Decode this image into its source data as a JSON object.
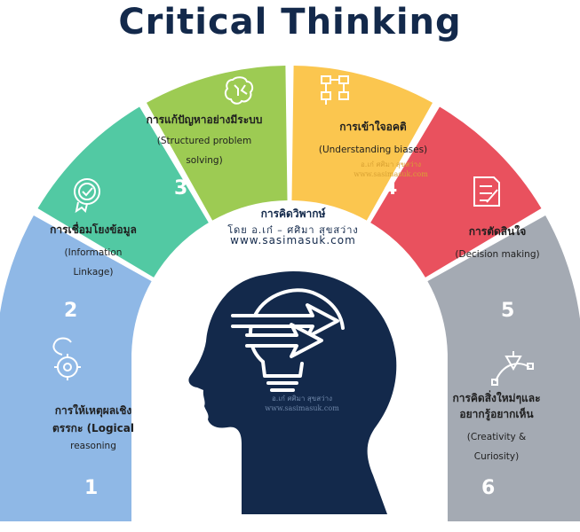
{
  "title": "Critical Thinking",
  "center": {
    "title": "การคิดวิพากษ์",
    "author": "โดย อ.เก๋ – ศศิมา สุขสว่าง",
    "url": "www.sasimasuk.com"
  },
  "watermark": {
    "name": "อ.เก๋ ศศิมา สุขสว่าง",
    "site": "www.sasimasuk.com"
  },
  "colors": {
    "title": "#13294b",
    "head": "#13294b",
    "segment_1": "#8fb8e6",
    "segment_2": "#52c9a3",
    "segment_3": "#9dcb53",
    "segment_4": "#fbc64f",
    "segment_5": "#e9515e",
    "segment_6": "#a4aab3"
  },
  "segments": [
    {
      "number": "1",
      "thai_line1": "การให้เหตุผลเชิง",
      "thai_line2": "ตรรกะ (Logical",
      "english": "reasoning",
      "icon": "gear-brain-icon"
    },
    {
      "number": "2",
      "thai": "การเชื่อมโยงข้อมูล",
      "english_line1": "(Information",
      "english_line2": "Linkage)",
      "icon": "check-badge-icon"
    },
    {
      "number": "3",
      "thai": "การแก้ปัญหาอย่างมีระบบ",
      "english_line1": "(Structured problem",
      "english_line2": "solving)",
      "icon": "brain-circuit-icon"
    },
    {
      "number": "4",
      "thai": "การเข้าใจอคติ",
      "english": "(Understanding biases)",
      "icon": "flowchart-icon"
    },
    {
      "number": "5",
      "thai": "การตัดสินใจ",
      "english": "(Decision making)",
      "icon": "document-pen-icon"
    },
    {
      "number": "6",
      "thai_line1": "การคิดสิ่งใหม่ๆและ",
      "thai_line2": "อยากรู้อยากเห็น",
      "english_line1": "(Creativity &",
      "english_line2": "Curiosity)",
      "icon": "vector-pen-icon"
    }
  ]
}
